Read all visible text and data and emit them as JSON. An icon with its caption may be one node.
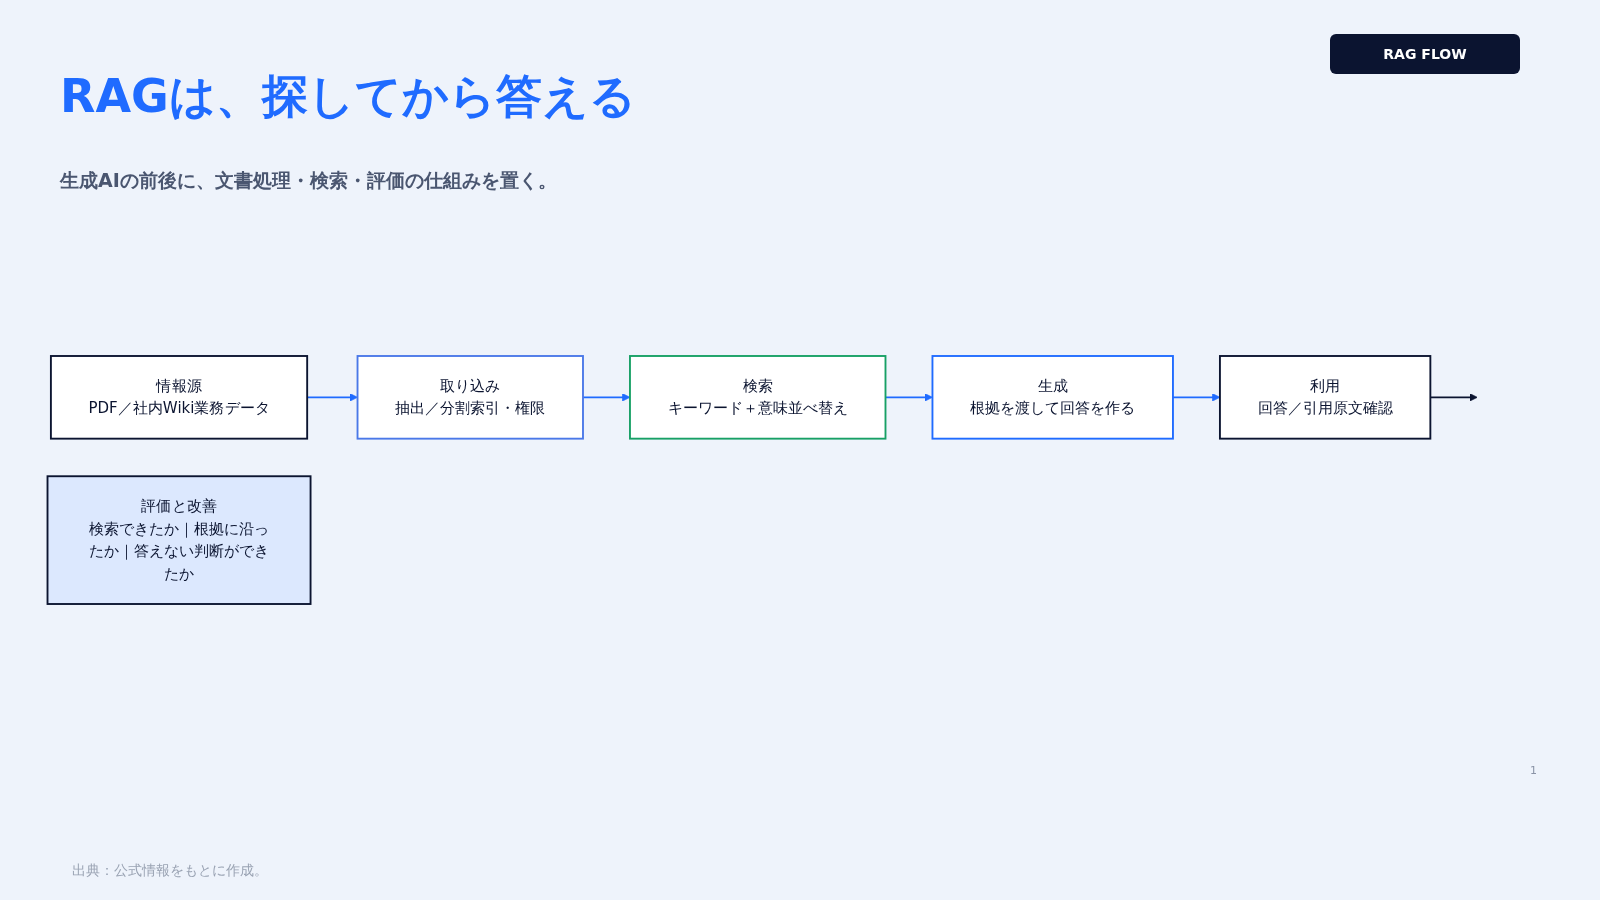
{
  "diagram": {
    "title": "RAGは、探してから答える",
    "nodes": [
      {
        "text": [
          "情報源",
          "PDF／社内Wiki業務データ"
        ]
      },
      {
        "text": [
          "取り込み",
          "抽出／分割索引・権限"
        ]
      },
      {
        "text": [
          "検索",
          "キーワード＋意味並べ替え"
        ]
      },
      {
        "text": [
          "生成",
          "根拠を渡して回答を作る"
        ]
      },
      {
        "text": [
          "利用",
          "回答／引用原文確認"
        ]
      },
      {
        "text": [
          "評価と改善",
          "検索できたか｜根拠に沿ったか｜答えない判断ができたか"
        ]
      }
    ],
    "edges": [
      {
        "from": 0,
        "to": 1,
        "arrow": "to"
      },
      {
        "from": 1,
        "to": 2,
        "arrow": "to"
      },
      {
        "from": 2,
        "to": 3,
        "arrow": "to"
      },
      {
        "from": 3,
        "to": 4,
        "arrow": "to"
      },
      {
        "from": 4,
        "to": null,
        "arrow": "to",
        "color": "#0b1430"
      }
    ],
    "labels": [
      "RAG FLOW",
      "生成AIの前後に、文書処理・検索・評価の仕組みを置く。",
      "1",
      "出典：公式情報をもとに作成。"
    ]
  }
}
